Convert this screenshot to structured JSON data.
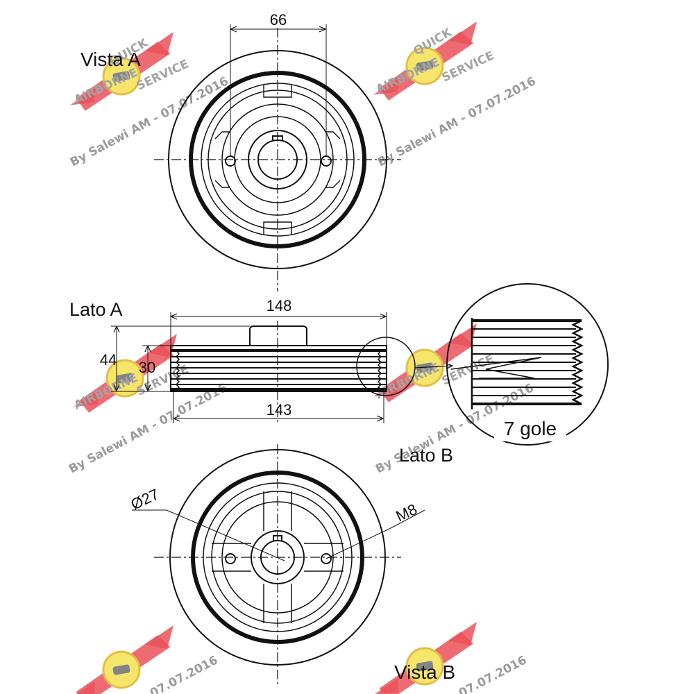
{
  "views": {
    "top_label": "Vista A",
    "bottom_label": "Vista B",
    "side_a_label": "Lato A",
    "side_b_label": "Lato B"
  },
  "dimensions": {
    "bolt_spacing": "66",
    "overall_width": "148",
    "belt_width": "143",
    "total_height": "44",
    "belt_height": "30",
    "bore_diameter": "Ø27",
    "thread": "M8"
  },
  "detail": {
    "grooves_label": "7 gole"
  },
  "watermark": {
    "text": "By Salewi AM - 07.07.2016",
    "date_fragment": "07.07.2016",
    "logo_badge_text": "QUICK",
    "logo_wing_text": "SERVICE",
    "logo_side_text": "AIRBORNE",
    "logo_color": "#e8404a",
    "badge_color": "#f4e35a"
  }
}
